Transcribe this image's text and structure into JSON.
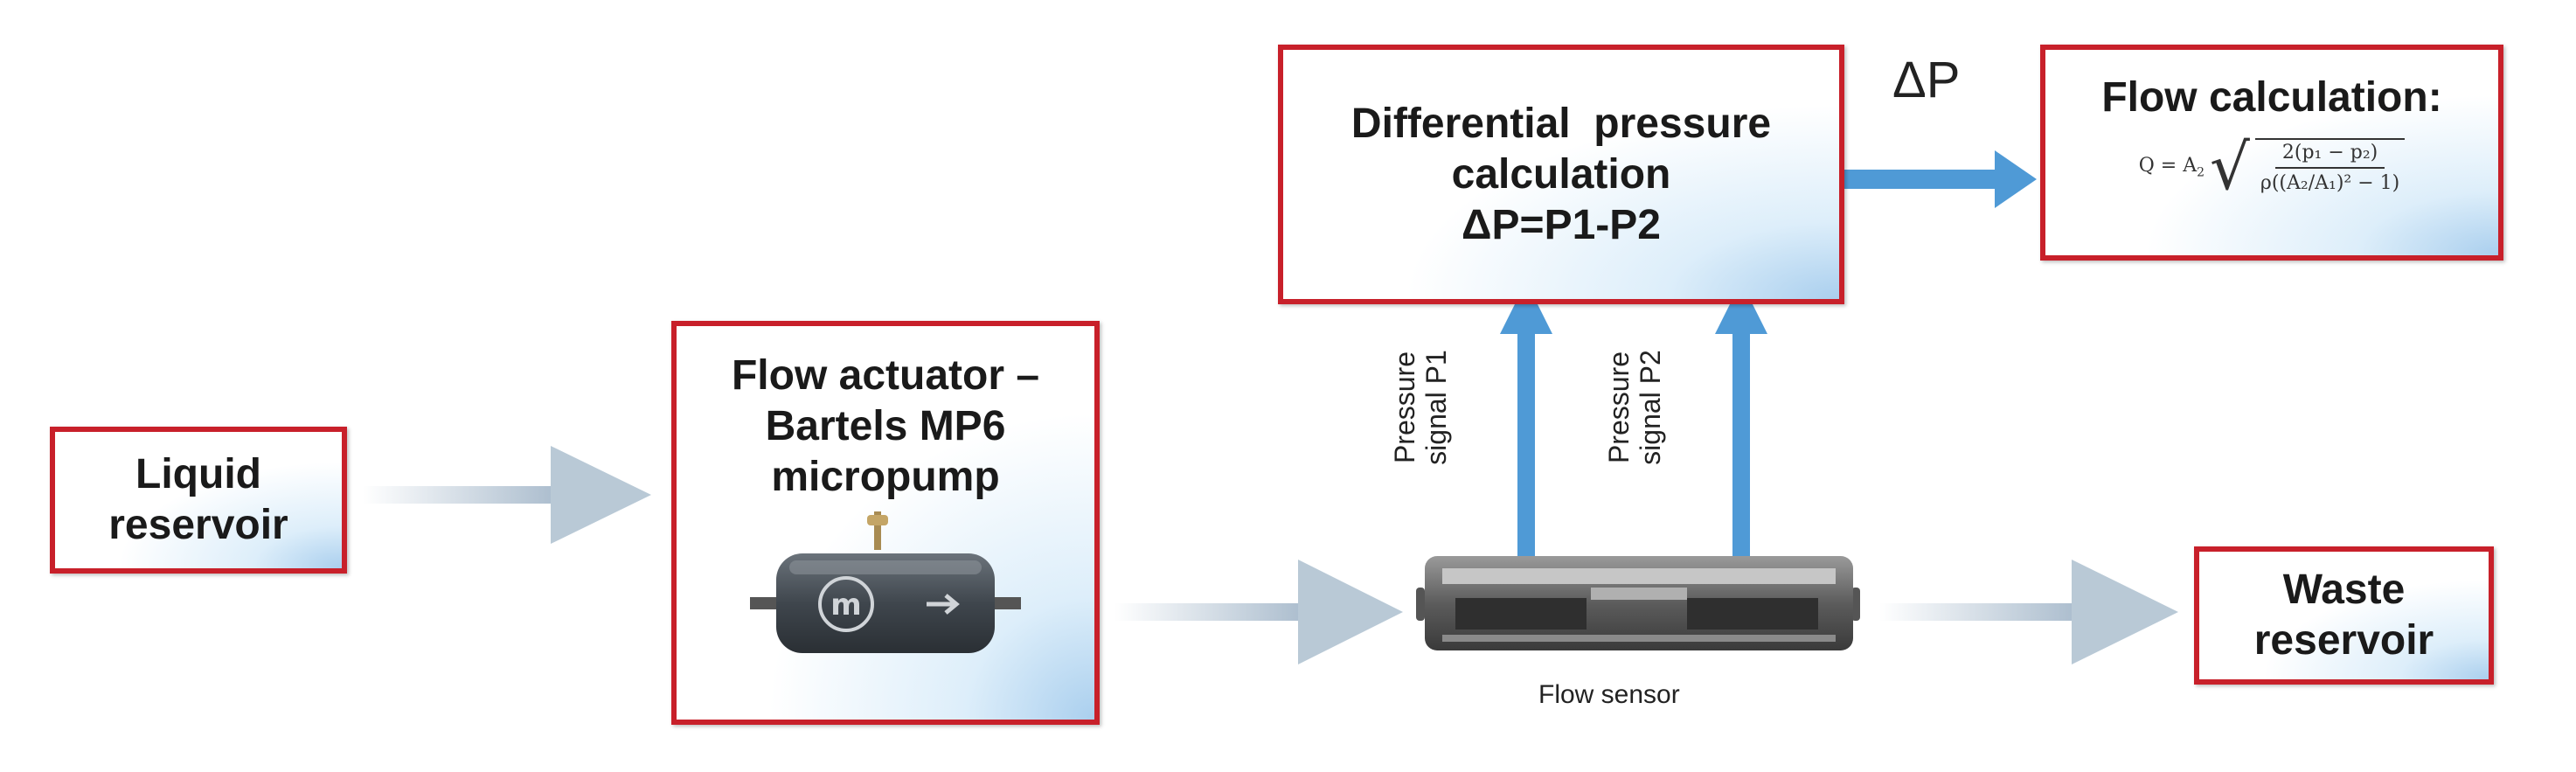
{
  "boxes": {
    "liquid_reservoir": [
      "Liquid",
      "reservoir"
    ],
    "flow_actuator": [
      "Flow actuator –",
      "Bartels MP6",
      "micropump"
    ],
    "differential_pressure": [
      "Differential  pressure",
      "calculation",
      "ΔP=P1-P2"
    ],
    "flow_calculation": {
      "title": "Flow calculation:",
      "formula_lhs": "Q = A",
      "formula_lhs_sub": "2",
      "formula_numerator": "2(p₁ − p₂)",
      "formula_denominator": "ρ((A₂/A₁)² − 1)"
    },
    "waste_reservoir": [
      "Waste",
      "reservoir"
    ]
  },
  "labels": {
    "delta_p": "ΔP",
    "pressure_signal_p1": [
      "Pressure",
      "signal P1"
    ],
    "pressure_signal_p2": [
      "Pressure",
      "signal P2"
    ],
    "flow_sensor": "Flow sensor"
  },
  "colors": {
    "box_border": "#c8202a",
    "signal_arrow": "#4f9ad6",
    "flow_arrow": "#b9c9d6"
  },
  "icons": {
    "pump": "micropump-icon",
    "sensor": "flow-sensor-icon"
  }
}
